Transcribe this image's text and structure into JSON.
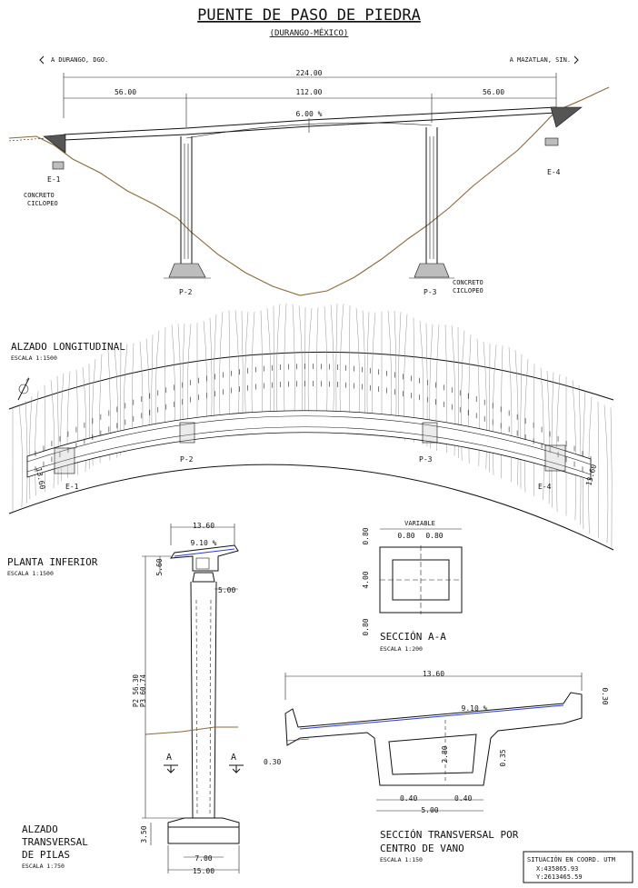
{
  "title": "PUENTE DE PASO DE PIEDRA",
  "subtitle": "(DURANGO-MÉXICO)",
  "elevation": {
    "left_direction": "A DURANGO, DGO.",
    "right_direction": "A MAZATLAN, SIN.",
    "total_length": "224.00",
    "span_left": "56.00",
    "span_center": "112.00",
    "span_right": "56.00",
    "slope": "6.00 %",
    "abutment_left": "E-1",
    "abutment_right": "E-4",
    "pier_left": "P-2",
    "pier_right": "P-3",
    "concrete_note_left": "CONCRETO\nCICLOPEO",
    "concrete_note_left_l1": "CONCRETO",
    "concrete_note_left_l2": "CICLOPEO",
    "concrete_note_right_l1": "CONCRETO",
    "concrete_note_right_l2": "CICLOPEO"
  },
  "section_titles": {
    "elevation": "ALZADO LONGITUDINAL",
    "elevation_scale": "ESCALA 1:1500",
    "plan": "PLANTA INFERIOR",
    "plan_scale": "ESCALA 1:1500",
    "pier_elev_l1": "ALZADO",
    "pier_elev_l2": "TRANSVERSAL",
    "pier_elev_l3": "DE PILAS",
    "pier_elev_scale": "ESCALA 1:750",
    "section_aa": "SECCIÓN A-A",
    "section_aa_scale": "ESCALA 1:200",
    "cross_section_l1": "SECCIÓN TRANSVERSAL POR",
    "cross_section_l2": "CENTRO DE VANO",
    "cross_section_scale": "ESCALA 1:150"
  },
  "plan": {
    "width_left": "13.60",
    "width_right": "13.60",
    "labels": [
      "E-1",
      "P-2",
      "P-3",
      "E-4"
    ]
  },
  "pier": {
    "deck_width": "13.60",
    "slope": "9.10 %",
    "cap_height": "5.60",
    "shaft_width": "5.00",
    "heights": "P2 56.30\nP3 60.74",
    "height_p2": "P2 56.30",
    "height_p3": "P3 60.74",
    "footing_height": "3.50",
    "footing_inner": "7.00",
    "footing_width": "15.00",
    "cut_label": "A"
  },
  "section_aa": {
    "variable": "VARIABLE",
    "w1": "0.80",
    "w2": "0.80",
    "top": "0.80",
    "height": "4.00",
    "bottom": "0.80"
  },
  "cross_section": {
    "width": "13.60",
    "slope": "9.10 %",
    "rail": "0.30",
    "cantilever": "0.30",
    "web_height": "2.80",
    "bottom_slab": "0.35",
    "web_left": "0.40",
    "web_right": "0.40",
    "box_width": "5.00"
  },
  "utm": {
    "title": "SITUACIÓN EN COORD. UTM",
    "x": "X:435865.93",
    "y": "Y:2613465.59"
  },
  "colors": {
    "terrain": "#8a6a3a",
    "slope_line": "#2a3ad0"
  }
}
